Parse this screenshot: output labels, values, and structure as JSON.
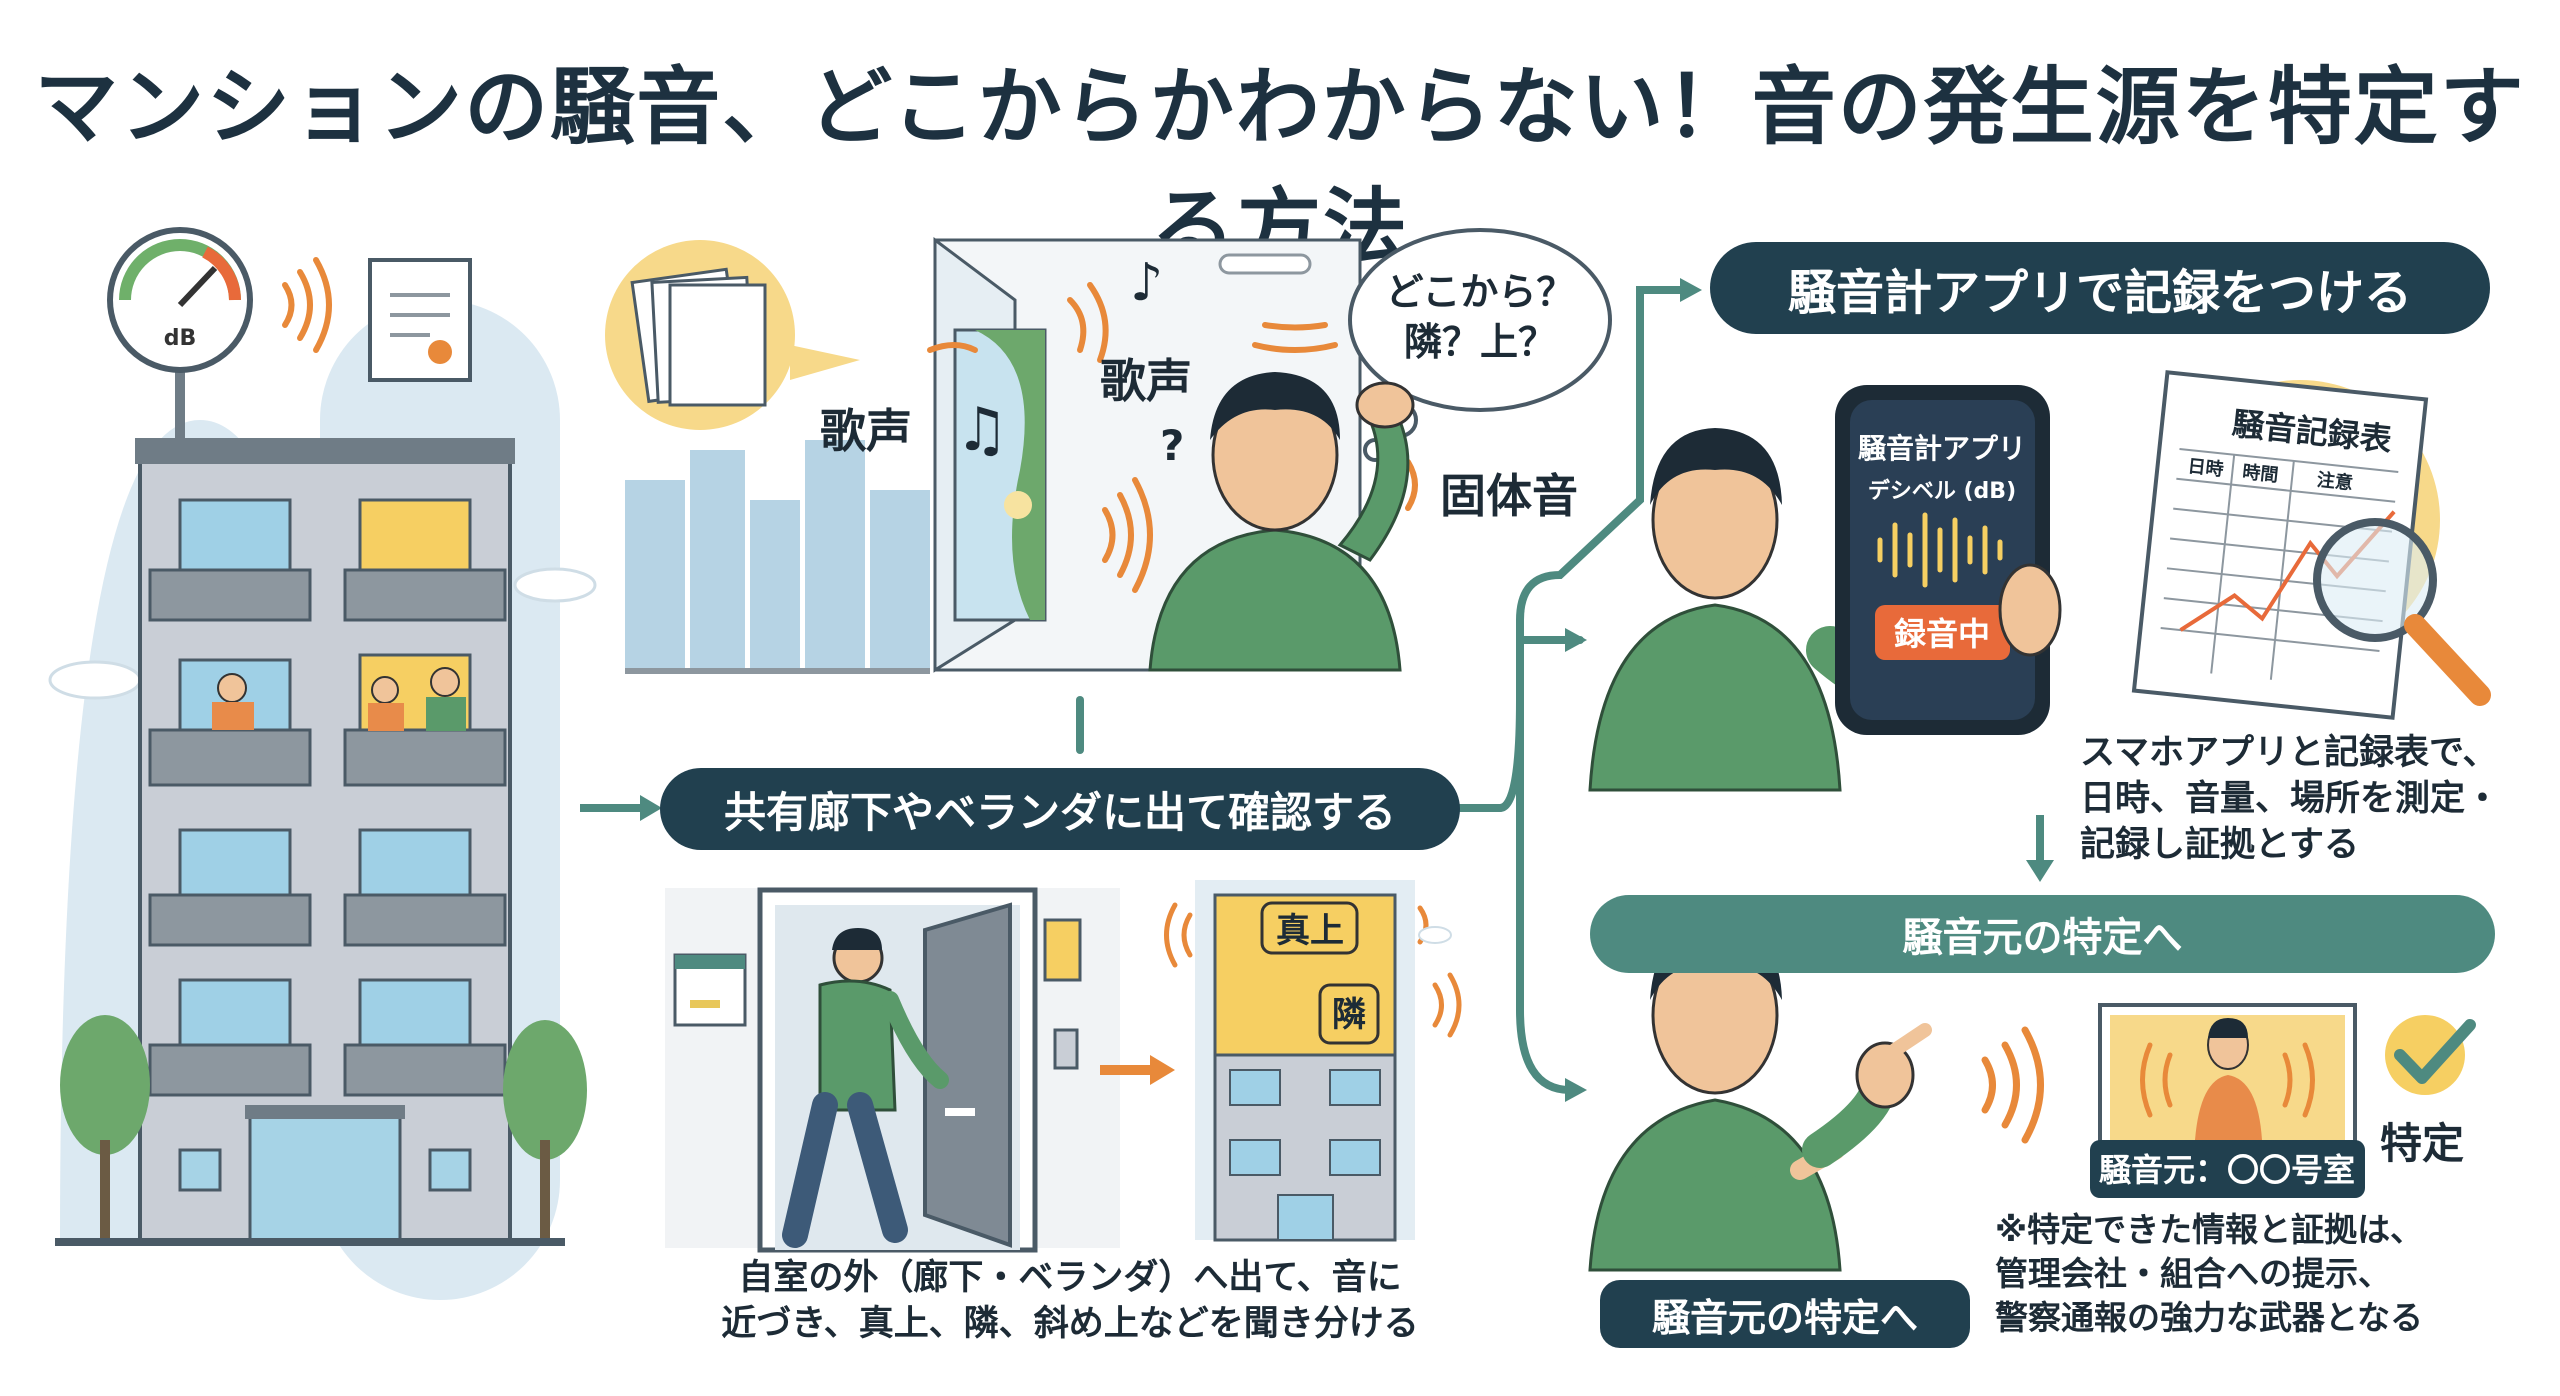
{
  "title": "マンションの騒音、どこからかわからない！音の発生源を特定する方法",
  "meter_label": "dB",
  "labels": {
    "song1": "歌声",
    "song2": "歌声",
    "thought": "どこから？\n隣？上？",
    "solid_sound": "固体音",
    "above": "真上",
    "next": "隣"
  },
  "steps": {
    "corridor": "共有廊下やベランダに出て確認する",
    "app": "騒音計アプリで記録をつける",
    "identify_top": "騒音元の特定へ",
    "identify_bottom": "騒音元の特定へ"
  },
  "phone": {
    "app_name": "騒音計アプリ",
    "unit": "デシベル (dB)",
    "record_button": "録音中"
  },
  "log_sheet": {
    "title": "騒音記録表",
    "columns": [
      "日時",
      "時間",
      "注意"
    ]
  },
  "captions": {
    "corridor": "自室の外（廊下・ベランダ）へ出て、音に\n近づき、真上、隣、斜め上などを聞き分ける",
    "app": "スマホアプリと記録表で、\n日時、音量、場所を測定・\n記録し証拠とする",
    "note": "※特定できた情報と証拠は、\n管理会社・組合への提示、\n警察通報の強力な武器となる"
  },
  "result": {
    "source_label": "騒音元：〇〇号室",
    "identified": "特定"
  },
  "colors": {
    "dark_pill": "#21404f",
    "teal_pill": "#4e8a80",
    "accent_orange": "#e8893a",
    "shirt_green": "#5a9a6a"
  }
}
